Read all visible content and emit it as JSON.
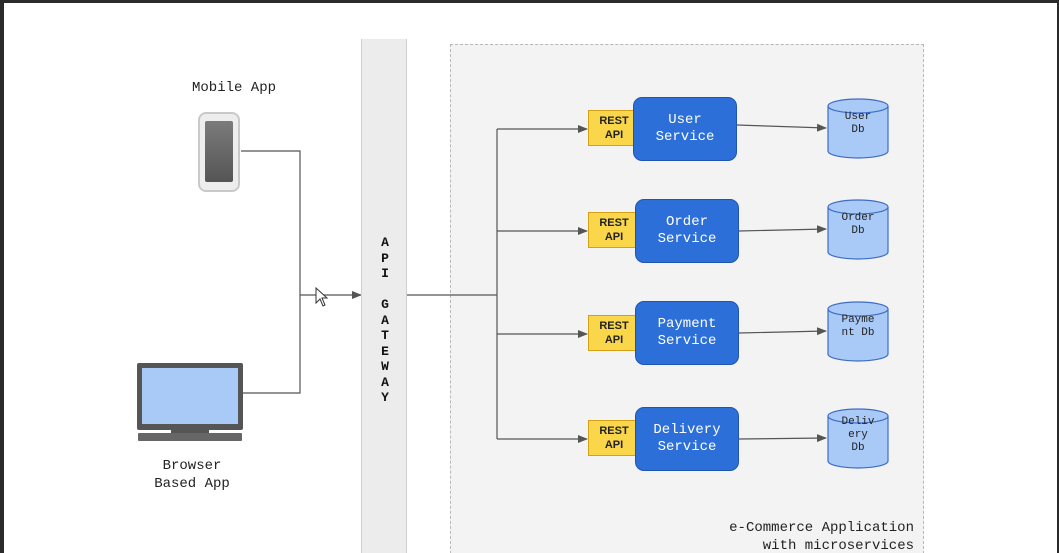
{
  "clients": {
    "mobile_label": "Mobile App",
    "browser_label_line1": "Browser",
    "browser_label_line2": "Based App"
  },
  "gateway": {
    "label": "API GATEWAY"
  },
  "services": [
    {
      "rest_line1": "REST",
      "rest_line2": "API",
      "line1": "User",
      "line2": "Service",
      "db_lines": [
        "User",
        "Db"
      ]
    },
    {
      "rest_line1": "REST",
      "rest_line2": "API",
      "line1": "Order",
      "line2": "Service",
      "db_lines": [
        "Order",
        "Db"
      ]
    },
    {
      "rest_line1": "REST",
      "rest_line2": "API",
      "line1": "Payment",
      "line2": "Service",
      "db_lines": [
        "Payme",
        "nt Db"
      ]
    },
    {
      "rest_line1": "REST",
      "rest_line2": "API",
      "line1": "Delivery",
      "line2": "Service",
      "db_lines": [
        "Deliv",
        "ery",
        "Db"
      ]
    }
  ],
  "caption": {
    "line1": "e-Commerce Application",
    "line2": "with microservices"
  },
  "colors": {
    "service": "#2d6fd9",
    "rest": "#f9d64a",
    "db": "#a9c9f7",
    "connector": "#555555"
  }
}
